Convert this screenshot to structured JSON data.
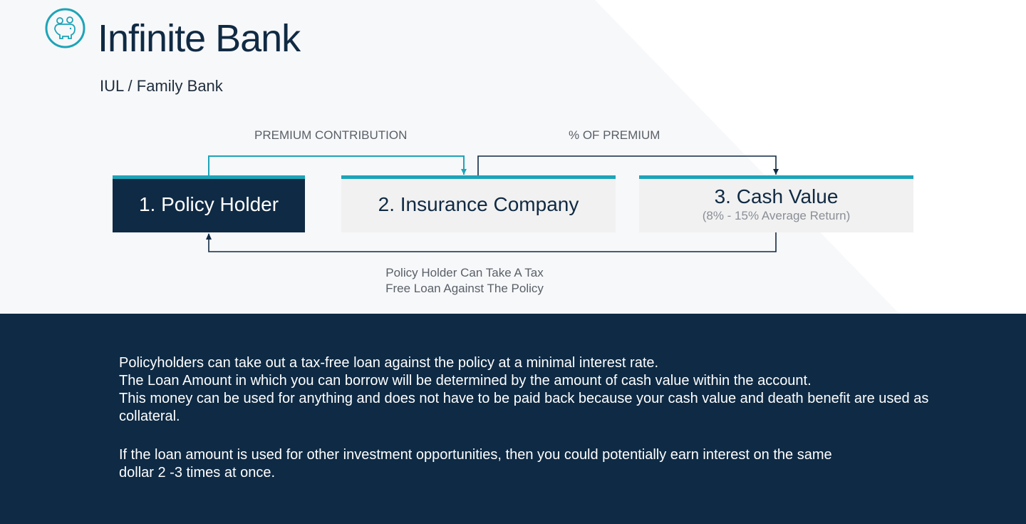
{
  "header": {
    "title": "Infinite Bank",
    "subtitle": "IUL / Family Bank",
    "logo_icon": "family-piggy-bank-icon"
  },
  "diagram": {
    "flows": {
      "premium_contribution": "PREMIUM CONTRIBUTION",
      "percent_of_premium": "% OF PREMIUM",
      "loan_line_1": "Policy Holder Can Take A Tax",
      "loan_line_2": "Free Loan Against The Policy"
    },
    "nodes": [
      {
        "label": "1. Policy Holder"
      },
      {
        "label": "2. Insurance Company"
      },
      {
        "label": "3. Cash Value",
        "sublabel": "(8% - 15% Average Return)"
      }
    ]
  },
  "body": {
    "paragraph_1": [
      "Policyholders can take out a tax-free loan against the policy at a minimal interest rate.",
      "The Loan Amount in which you can borrow will be determined by the amount of cash value within the account.",
      "This money can be used for anything and does not have to be paid back because your cash value and death benefit are used as collateral."
    ],
    "paragraph_2": "If the loan amount is used for other investment opportunities, then you could potentially earn interest on the same dollar 2 -3 times at once."
  },
  "colors": {
    "navy": "#0f2a44",
    "teal": "#1da4b8",
    "light_box": "#f1f1f1"
  }
}
